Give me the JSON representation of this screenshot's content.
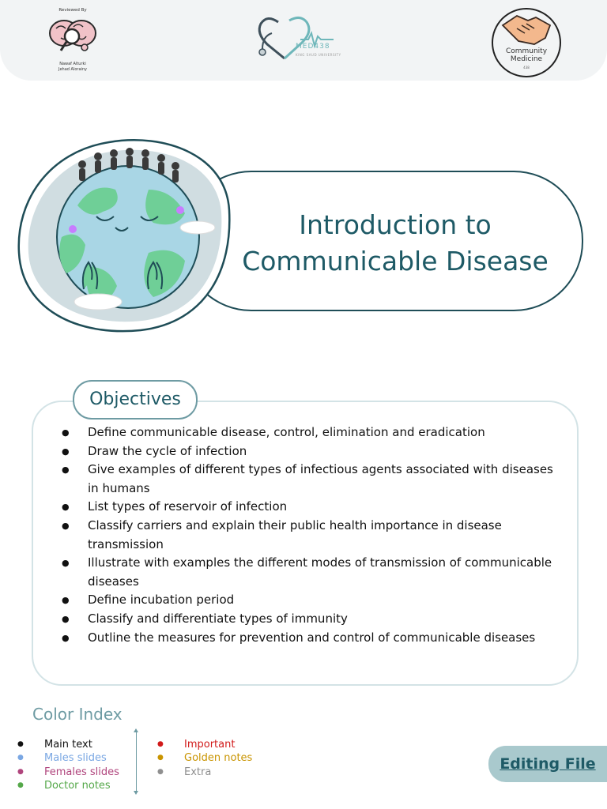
{
  "header": {
    "reviewed": {
      "caption": "Reviewed By",
      "names": [
        "Nawaf Alturki",
        "Jehad Alorainy"
      ]
    },
    "med_logo": {
      "text": "MED438",
      "subtitle": "KING SAUD UNIVERSITY"
    },
    "community_logo": {
      "text_line1": "Community",
      "text_line2": "Medicine",
      "number": "438"
    }
  },
  "title": {
    "line1": "Introduction to",
    "line2": "Communicable Disease"
  },
  "objectives": {
    "heading": "Objectives",
    "items": [
      "Define communicable disease, control, elimination and eradication",
      "Draw the cycle of infection",
      "Give examples of different types of infectious agents associated with diseases in humans",
      "List types of reservoir of infection",
      "Classify carriers and explain their public health importance in disease transmission",
      "Illustrate with examples the different modes of transmission of communicable diseases",
      "Define incubation period",
      "Classify and differentiate types of immunity",
      "Outline the measures for prevention and control of communicable diseases"
    ]
  },
  "color_index": {
    "title": "Color Index",
    "left": [
      {
        "label": "Main text",
        "color": "#111111"
      },
      {
        "label": "Males slides",
        "color": "#7aa7e3"
      },
      {
        "label": "Females slides",
        "color": "#b0457d"
      },
      {
        "label": "Doctor notes",
        "color": "#55a84a"
      }
    ],
    "right": [
      {
        "label": "Important",
        "color": "#d11a1a"
      },
      {
        "label": "Golden notes",
        "color": "#c99400"
      },
      {
        "label": "Extra",
        "color": "#8f8f8f"
      }
    ]
  },
  "editing_file": {
    "label": "Editing File"
  }
}
